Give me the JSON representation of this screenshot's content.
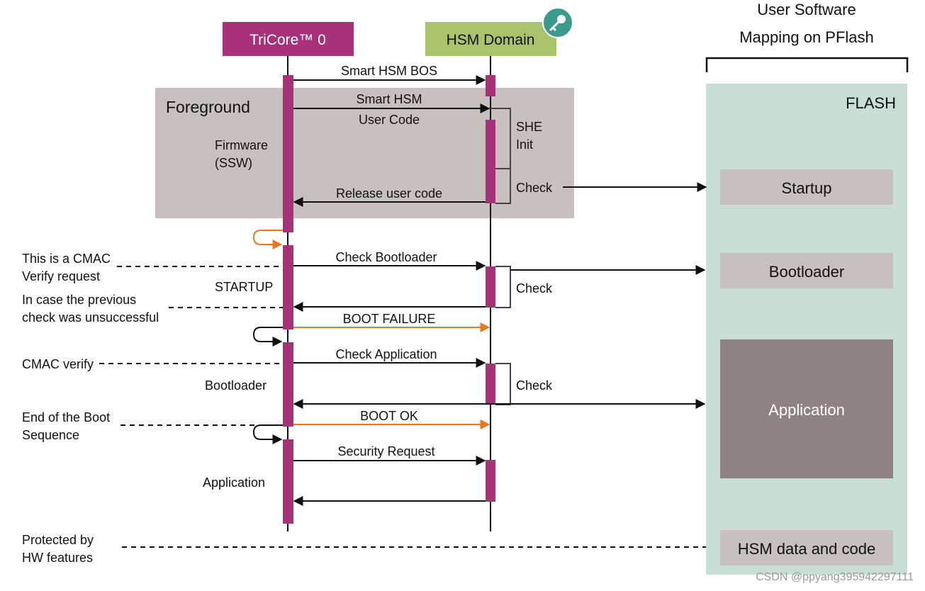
{
  "participants": {
    "tricore": "TriCore™ 0",
    "hsm": "HSM Domain"
  },
  "mapping": {
    "title_line1": "User Software",
    "title_line2": "Mapping on PFlash",
    "flash_label": "FLASH",
    "startup": "Startup",
    "bootloader": "Bootloader",
    "application": "Application",
    "hsm_data": "HSM data and code"
  },
  "regions": {
    "foreground": "Foreground",
    "firmware_line1": "Firmware",
    "firmware_line2": "(SSW)",
    "startup": "STARTUP",
    "bootloader": "Bootloader",
    "application": "Application"
  },
  "messages": {
    "smart_hsm_bos": "Smart HSM BOS",
    "smart_hsm_user_line1": "Smart HSM",
    "smart_hsm_user_line2": "User Code",
    "she_init_line1": "SHE",
    "she_init_line2": "Init",
    "check": "Check",
    "release_user_code": "Release user code",
    "check_bootloader": "Check Bootloader",
    "boot_failure": "BOOT FAILURE",
    "check_application": "Check Application",
    "boot_ok": "BOOT OK",
    "security_request": "Security Request"
  },
  "notes": {
    "cmac_req_line1": "This is a CMAC",
    "cmac_req_line2": "Verify request",
    "prev_check_line1": "In case the previous",
    "prev_check_line2": "check was unsuccessful",
    "cmac_verify": "CMAC verify",
    "end_boot_line1": "End of the Boot",
    "end_boot_line2": "Sequence",
    "protected_line1": "Protected by",
    "protected_line2": "HW features"
  },
  "watermark": "CSDN @ppyang395942297111",
  "colors": {
    "tricore": "#a8327a",
    "hsm": "#a9c46c",
    "foreground_bg": "#c8bfbf",
    "flash_bg": "#c9dfd6",
    "block_light": "#c8bfbf",
    "block_dark": "#8f8282",
    "orange": "#e87722",
    "key_badge": "#3a9b8c"
  },
  "icons": {
    "hsm_badge": "key-icon"
  }
}
